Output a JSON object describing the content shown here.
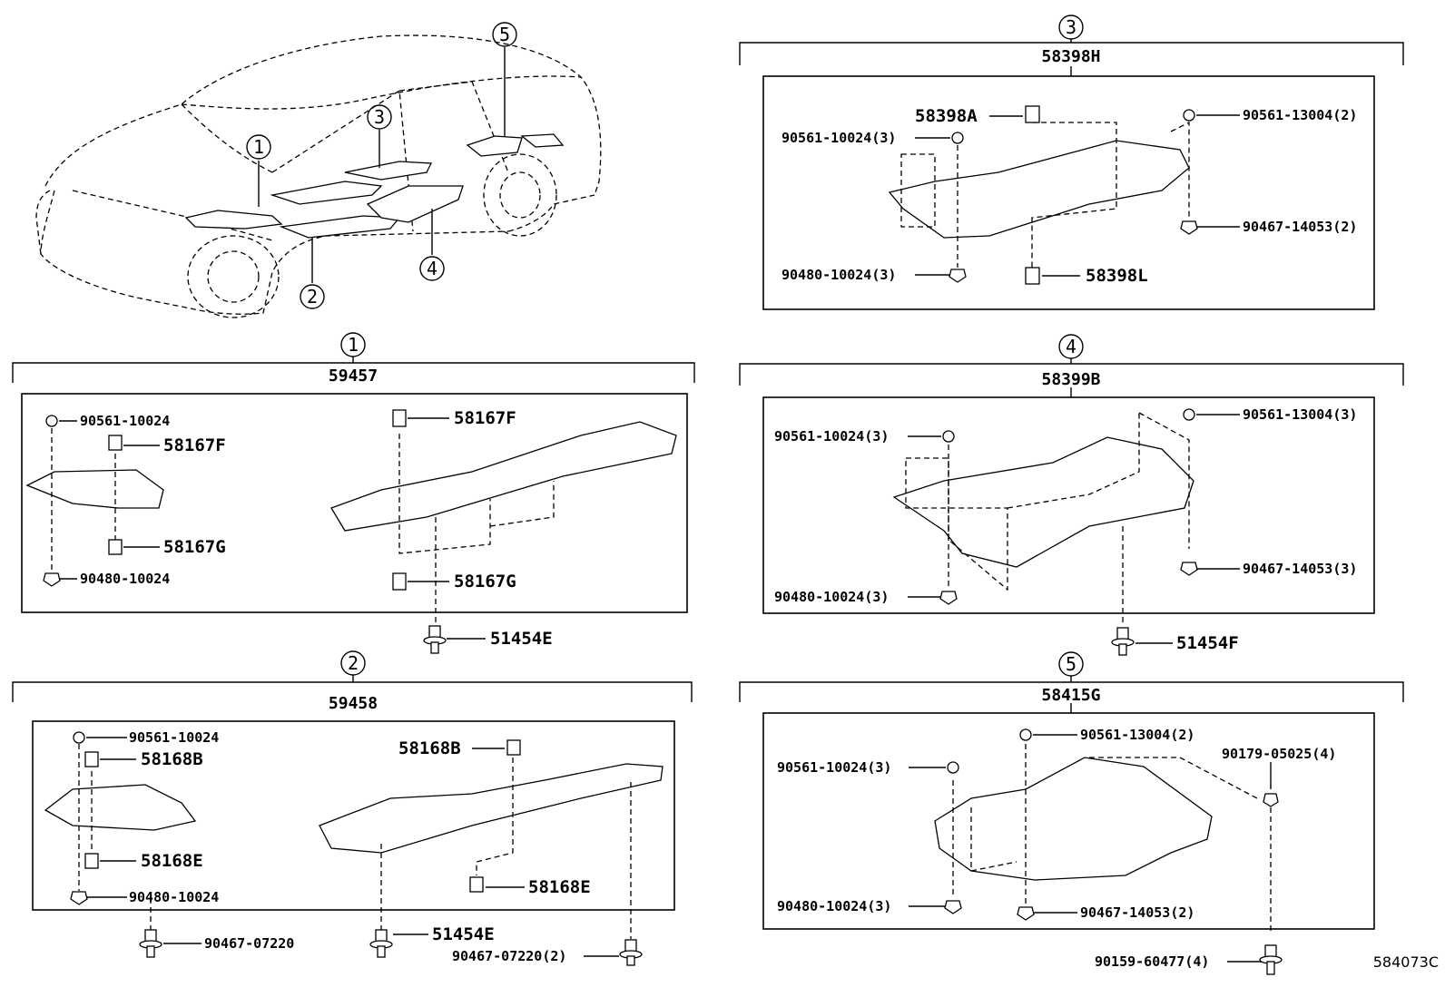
{
  "figure_code": "584073C",
  "overview": {
    "callouts": [
      "1",
      "2",
      "3",
      "4",
      "5"
    ]
  },
  "panels": [
    {
      "callout": "1",
      "title": "59457",
      "left_labels": [
        "90561-10024",
        "58167F",
        "58167G",
        "90480-10024"
      ],
      "right_labels": [
        "58167F",
        "58167G"
      ],
      "below_labels": [
        "51454E"
      ]
    },
    {
      "callout": "2",
      "title": "59458",
      "left_labels": [
        "90561-10024",
        "58168B",
        "58168E",
        "90480-10024"
      ],
      "right_labels": [
        "58168B",
        "58168E"
      ],
      "below_labels": [
        "90467-07220",
        "51454E",
        "90467-07220(2)"
      ]
    },
    {
      "callout": "3",
      "title": "58398H",
      "labels": [
        "58398A",
        "90561-10024(3)",
        "90561-13004(2)",
        "90467-14053(2)",
        "90480-10024(3)",
        "58398L"
      ]
    },
    {
      "callout": "4",
      "title": "58399B",
      "labels": [
        "90561-10024(3)",
        "90561-13004(3)",
        "90467-14053(3)",
        "90480-10024(3)"
      ],
      "below_labels": [
        "51454F"
      ]
    },
    {
      "callout": "5",
      "title": "58415G",
      "labels": [
        "90561-13004(2)",
        "90179-05025(4)",
        "90561-10024(3)",
        "90480-10024(3)",
        "90467-14053(2)"
      ],
      "below_labels": [
        "90159-60477(4)"
      ]
    }
  ]
}
